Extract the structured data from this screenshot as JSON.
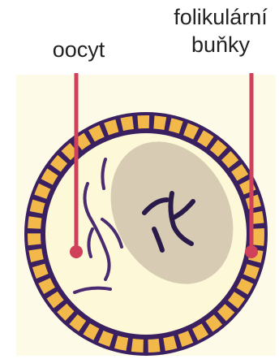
{
  "labels": {
    "oocyte": "oocyt",
    "follicular_line1": "folikulární",
    "follicular_line2": "buňky"
  },
  "colors": {
    "background_panel": "#fdfbe8",
    "cytoplasm": "#fdf8d8",
    "nucleus": "#d7ccb3",
    "chromatin": "#2a1a4a",
    "cell_boundary": "#3a2060",
    "follicular_cells": "#f2b84a",
    "pointer": "#d0405a"
  }
}
